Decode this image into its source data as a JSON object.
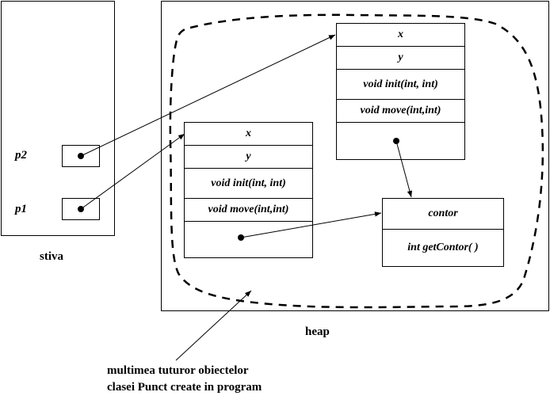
{
  "stack": {
    "label": "stiva",
    "vars": [
      {
        "name": "p2"
      },
      {
        "name": "p1"
      }
    ]
  },
  "heap": {
    "label": "heap"
  },
  "objects": [
    {
      "id": "punct-object-2",
      "fields": [
        "x",
        "y",
        "void init(int, int)",
        "void move(int,int)",
        ""
      ]
    },
    {
      "id": "punct-object-1",
      "fields": [
        "x",
        "y",
        "void init(int, int)",
        "void move(int,int)",
        ""
      ]
    }
  ],
  "static_block": {
    "fields": [
      "contor",
      "int getContor( )"
    ]
  },
  "annotation": {
    "line1": "multimea tuturor obiectelor",
    "line2": "clasei Punct create in program"
  },
  "colors": {
    "line": "#000000",
    "background": "#ffffff"
  }
}
